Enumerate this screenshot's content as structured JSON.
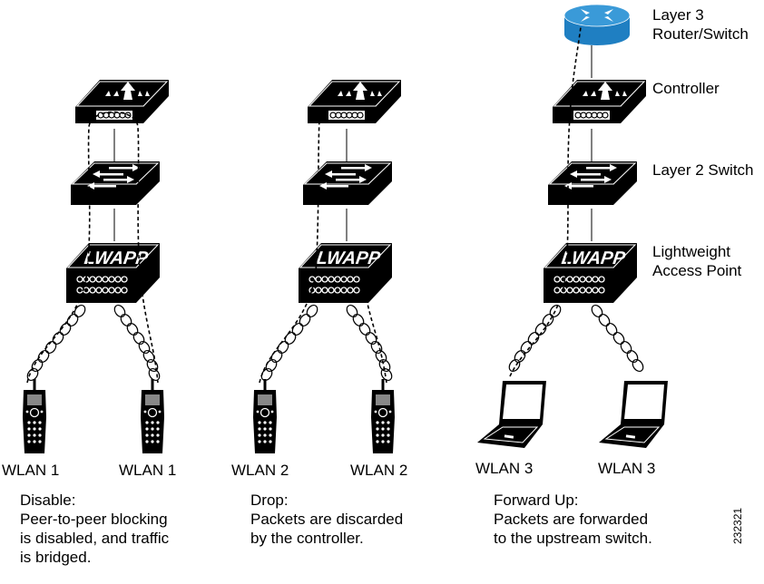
{
  "legend": {
    "router": "Layer 3\nRouter/Switch",
    "controller": "Controller",
    "switch": "Layer 2 Switch",
    "ap": "Lightweight\nAccess Point"
  },
  "ap_text": "LWAPP",
  "columns": [
    {
      "clients": [
        "WLAN 1",
        "WLAN 1"
      ],
      "client_type": "phone",
      "mode": "Disable:",
      "description": "Peer-to-peer blocking\nis disabled, and traffic\nis bridged."
    },
    {
      "clients": [
        "WLAN 2",
        "WLAN 2"
      ],
      "client_type": "phone",
      "mode": "Drop:",
      "description": "Packets are discarded\nby the controller."
    },
    {
      "clients": [
        "WLAN 3",
        "WLAN 3"
      ],
      "client_type": "laptop",
      "mode": "Forward Up:",
      "description": "Packets are forwarded\nto the upstream switch."
    }
  ],
  "figure_id": "232321",
  "colors": {
    "device": "#000000",
    "router": "#1f7fc2",
    "background": "#ffffff"
  }
}
